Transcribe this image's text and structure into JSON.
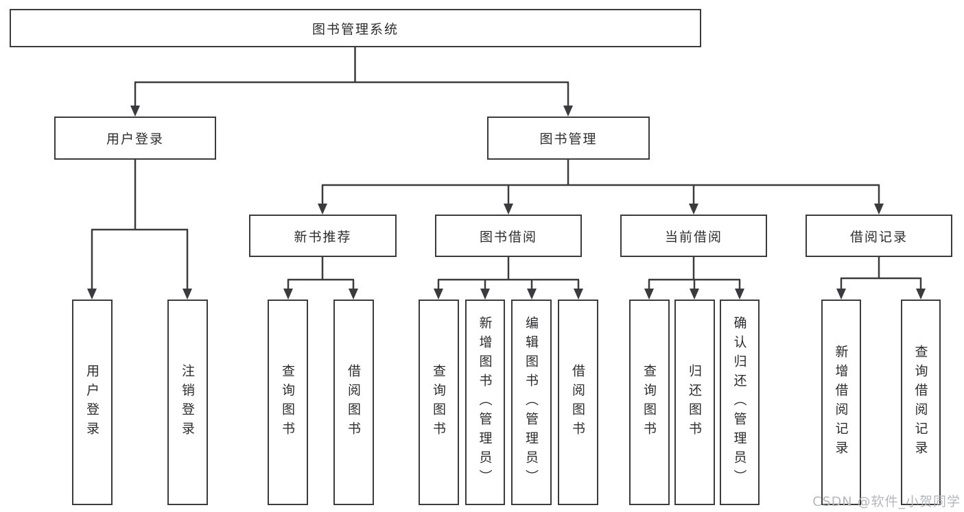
{
  "tree": {
    "label": "图书管理系统",
    "children": [
      {
        "label": "用户登录",
        "children": [
          {
            "label": "用户登录"
          },
          {
            "label": "注销登录"
          }
        ]
      },
      {
        "label": "图书管理",
        "children": [
          {
            "label": "新书推荐",
            "children": [
              {
                "label": "查询图书"
              },
              {
                "label": "借阅图书"
              }
            ]
          },
          {
            "label": "图书借阅",
            "children": [
              {
                "label": "查询图书"
              },
              {
                "label": "新增图书（管理员）"
              },
              {
                "label": "编辑图书（管理员）"
              },
              {
                "label": "借阅图书"
              }
            ]
          },
          {
            "label": "当前借阅",
            "children": [
              {
                "label": "查询图书"
              },
              {
                "label": "归还图书"
              },
              {
                "label": "确认归还（管理员）"
              }
            ]
          },
          {
            "label": "借阅记录",
            "children": [
              {
                "label": "新增借阅记录"
              },
              {
                "label": "查询借阅记录"
              }
            ]
          }
        ]
      }
    ]
  },
  "watermark": "CSDN @软件_小贺同学",
  "colors": {
    "line": "#3b3b3d",
    "text": "#2d2d2f",
    "watermark": "#b3b7bb",
    "background": "#ffffff"
  }
}
